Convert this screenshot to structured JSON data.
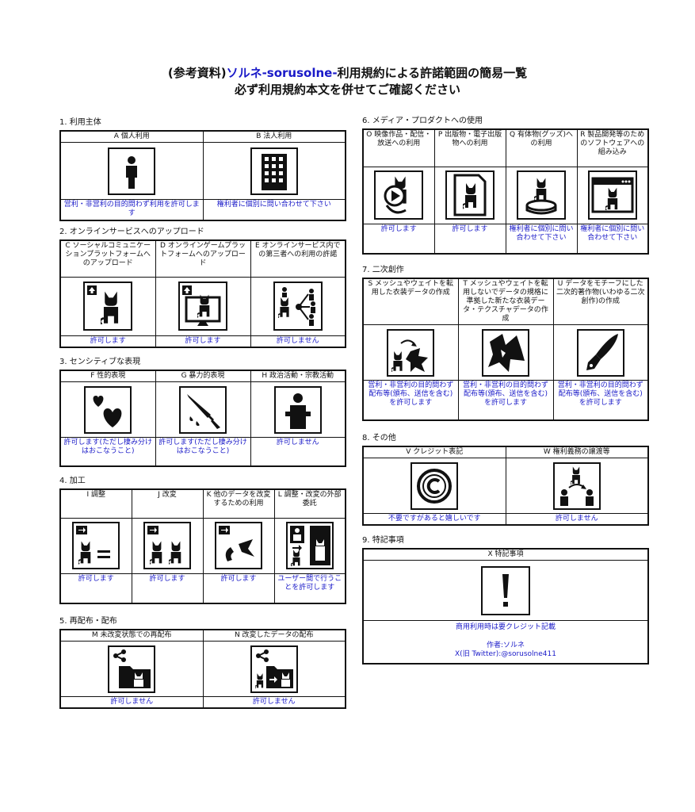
{
  "header": {
    "prefix": "(参考資料)",
    "brand": "ソルネ-sorusolne-",
    "suffix": "利用規約による許諾範囲の簡易一覧",
    "subtitle": "必ず利用規約本文を併せてご確認ください"
  },
  "colors": {
    "text": "#111111",
    "permission": "#1a1ac8",
    "border": "#111111"
  },
  "sections": {
    "s1": {
      "label": "1. 利用主体",
      "items": [
        {
          "label": "A 個人利用",
          "icon": "person-icon",
          "permission": "営利・非営利の目的問わず利用を許可します"
        },
        {
          "label": "B 法人利用",
          "icon": "office-building-icon",
          "permission": "権利者に個別に問い合わせて下さい"
        }
      ]
    },
    "s2": {
      "label": "2. オンラインサービスへのアップロード",
      "items": [
        {
          "label": "C ソーシャルコミュニケーションプラットフォームへのアップロード",
          "icon": "social-upload-icon",
          "permission": "許可します"
        },
        {
          "label": "D オンラインゲームプラットフォームへのアップロード",
          "icon": "game-upload-icon",
          "permission": "許可します"
        },
        {
          "label": "E オンラインサービス内での第三者への利用の許諾",
          "icon": "third-party-share-icon",
          "permission": "許可しません"
        }
      ]
    },
    "s3": {
      "label": "3. センシティブな表現",
      "items": [
        {
          "label": "F 性的表現",
          "icon": "hearts-icon",
          "permission": "許可します(ただし棲み分けはおこなうこと)"
        },
        {
          "label": "G 暴力的表現",
          "icon": "knife-icon",
          "permission": "許可します(ただし棲み分けはおこなうこと)"
        },
        {
          "label": "H 政治活動・宗教活動",
          "icon": "speaker-podium-icon",
          "permission": "許可しません"
        }
      ]
    },
    "s4": {
      "label": "4. 加工",
      "items": [
        {
          "label": "I 調整",
          "icon": "adjust-icon",
          "permission": "許可します"
        },
        {
          "label": "J 改変",
          "icon": "modify-icon",
          "permission": "許可します"
        },
        {
          "label": "K 他のデータを改変するための利用",
          "icon": "transform-icon",
          "permission": "許可します"
        },
        {
          "label": "L 調整・改変の外部委託",
          "icon": "outsource-icon",
          "permission": "ユーザー間で行うことを許可します"
        }
      ]
    },
    "s5": {
      "label": "5. 再配布・配布",
      "items": [
        {
          "label": "M 未改変状態での再配布",
          "icon": "redistribute-icon",
          "permission": "許可しません"
        },
        {
          "label": "N 改変したデータの配布",
          "icon": "distribute-modified-icon",
          "permission": "許可しません"
        }
      ]
    },
    "s6": {
      "label": "6. メディア・プロダクトへの使用",
      "items": [
        {
          "label": "O 映像作品・配信・放送への利用",
          "icon": "video-icon",
          "permission": "許可します"
        },
        {
          "label": "P 出版物・電子出版物への利用",
          "icon": "publication-icon",
          "permission": "許可します"
        },
        {
          "label": "Q 有体物(グッズ)への利用",
          "icon": "figure-goods-icon",
          "permission": "権利者に個別に問い合わせて下さい"
        },
        {
          "label": "R 製品開発等のためのソフトウェアへの組み込み",
          "icon": "software-window-icon",
          "permission": "権利者に個別に問い合わせて下さい"
        }
      ]
    },
    "s7": {
      "label": "7. 二次創作",
      "items": [
        {
          "label": "S メッシュやウェイトを転用した衣装データの作成",
          "icon": "costume-transfer-icon",
          "permission": "営利・非営利の目的問わず配布等(頒布、送信を含む)を許可します"
        },
        {
          "label": "T メッシュやウェイトを転用しないでデータの規格に準拠した新たな衣装データ・テクスチャデータの作成",
          "icon": "new-costume-icon",
          "permission": "営利・非営利の目的問わず配布等(頒布、送信を含む)を許可します"
        },
        {
          "label": "U データをモチーフにした二次的著作物(いわゆる二次創作)の作成",
          "icon": "pen-nib-icon",
          "permission": "営利・非営利の目的問わず配布等(頒布、送信を含む)を許可します"
        }
      ]
    },
    "s8": {
      "label": "8. その他",
      "items": [
        {
          "label": "V クレジット表記",
          "icon": "copyright-icon",
          "permission": "不要ですがあると嬉しいです"
        },
        {
          "label": "W 権利義務の譲渡等",
          "icon": "transfer-rights-icon",
          "permission": "許可しません"
        }
      ]
    },
    "s9": {
      "label": "9. 特記事項",
      "item": {
        "label": "X 特記事項",
        "icon": "exclamation-icon",
        "note": "商用利用時は要クレジット記載",
        "author": "作者:ソルネ",
        "account": "X(旧 Twitter):@sorusolne411"
      }
    }
  }
}
